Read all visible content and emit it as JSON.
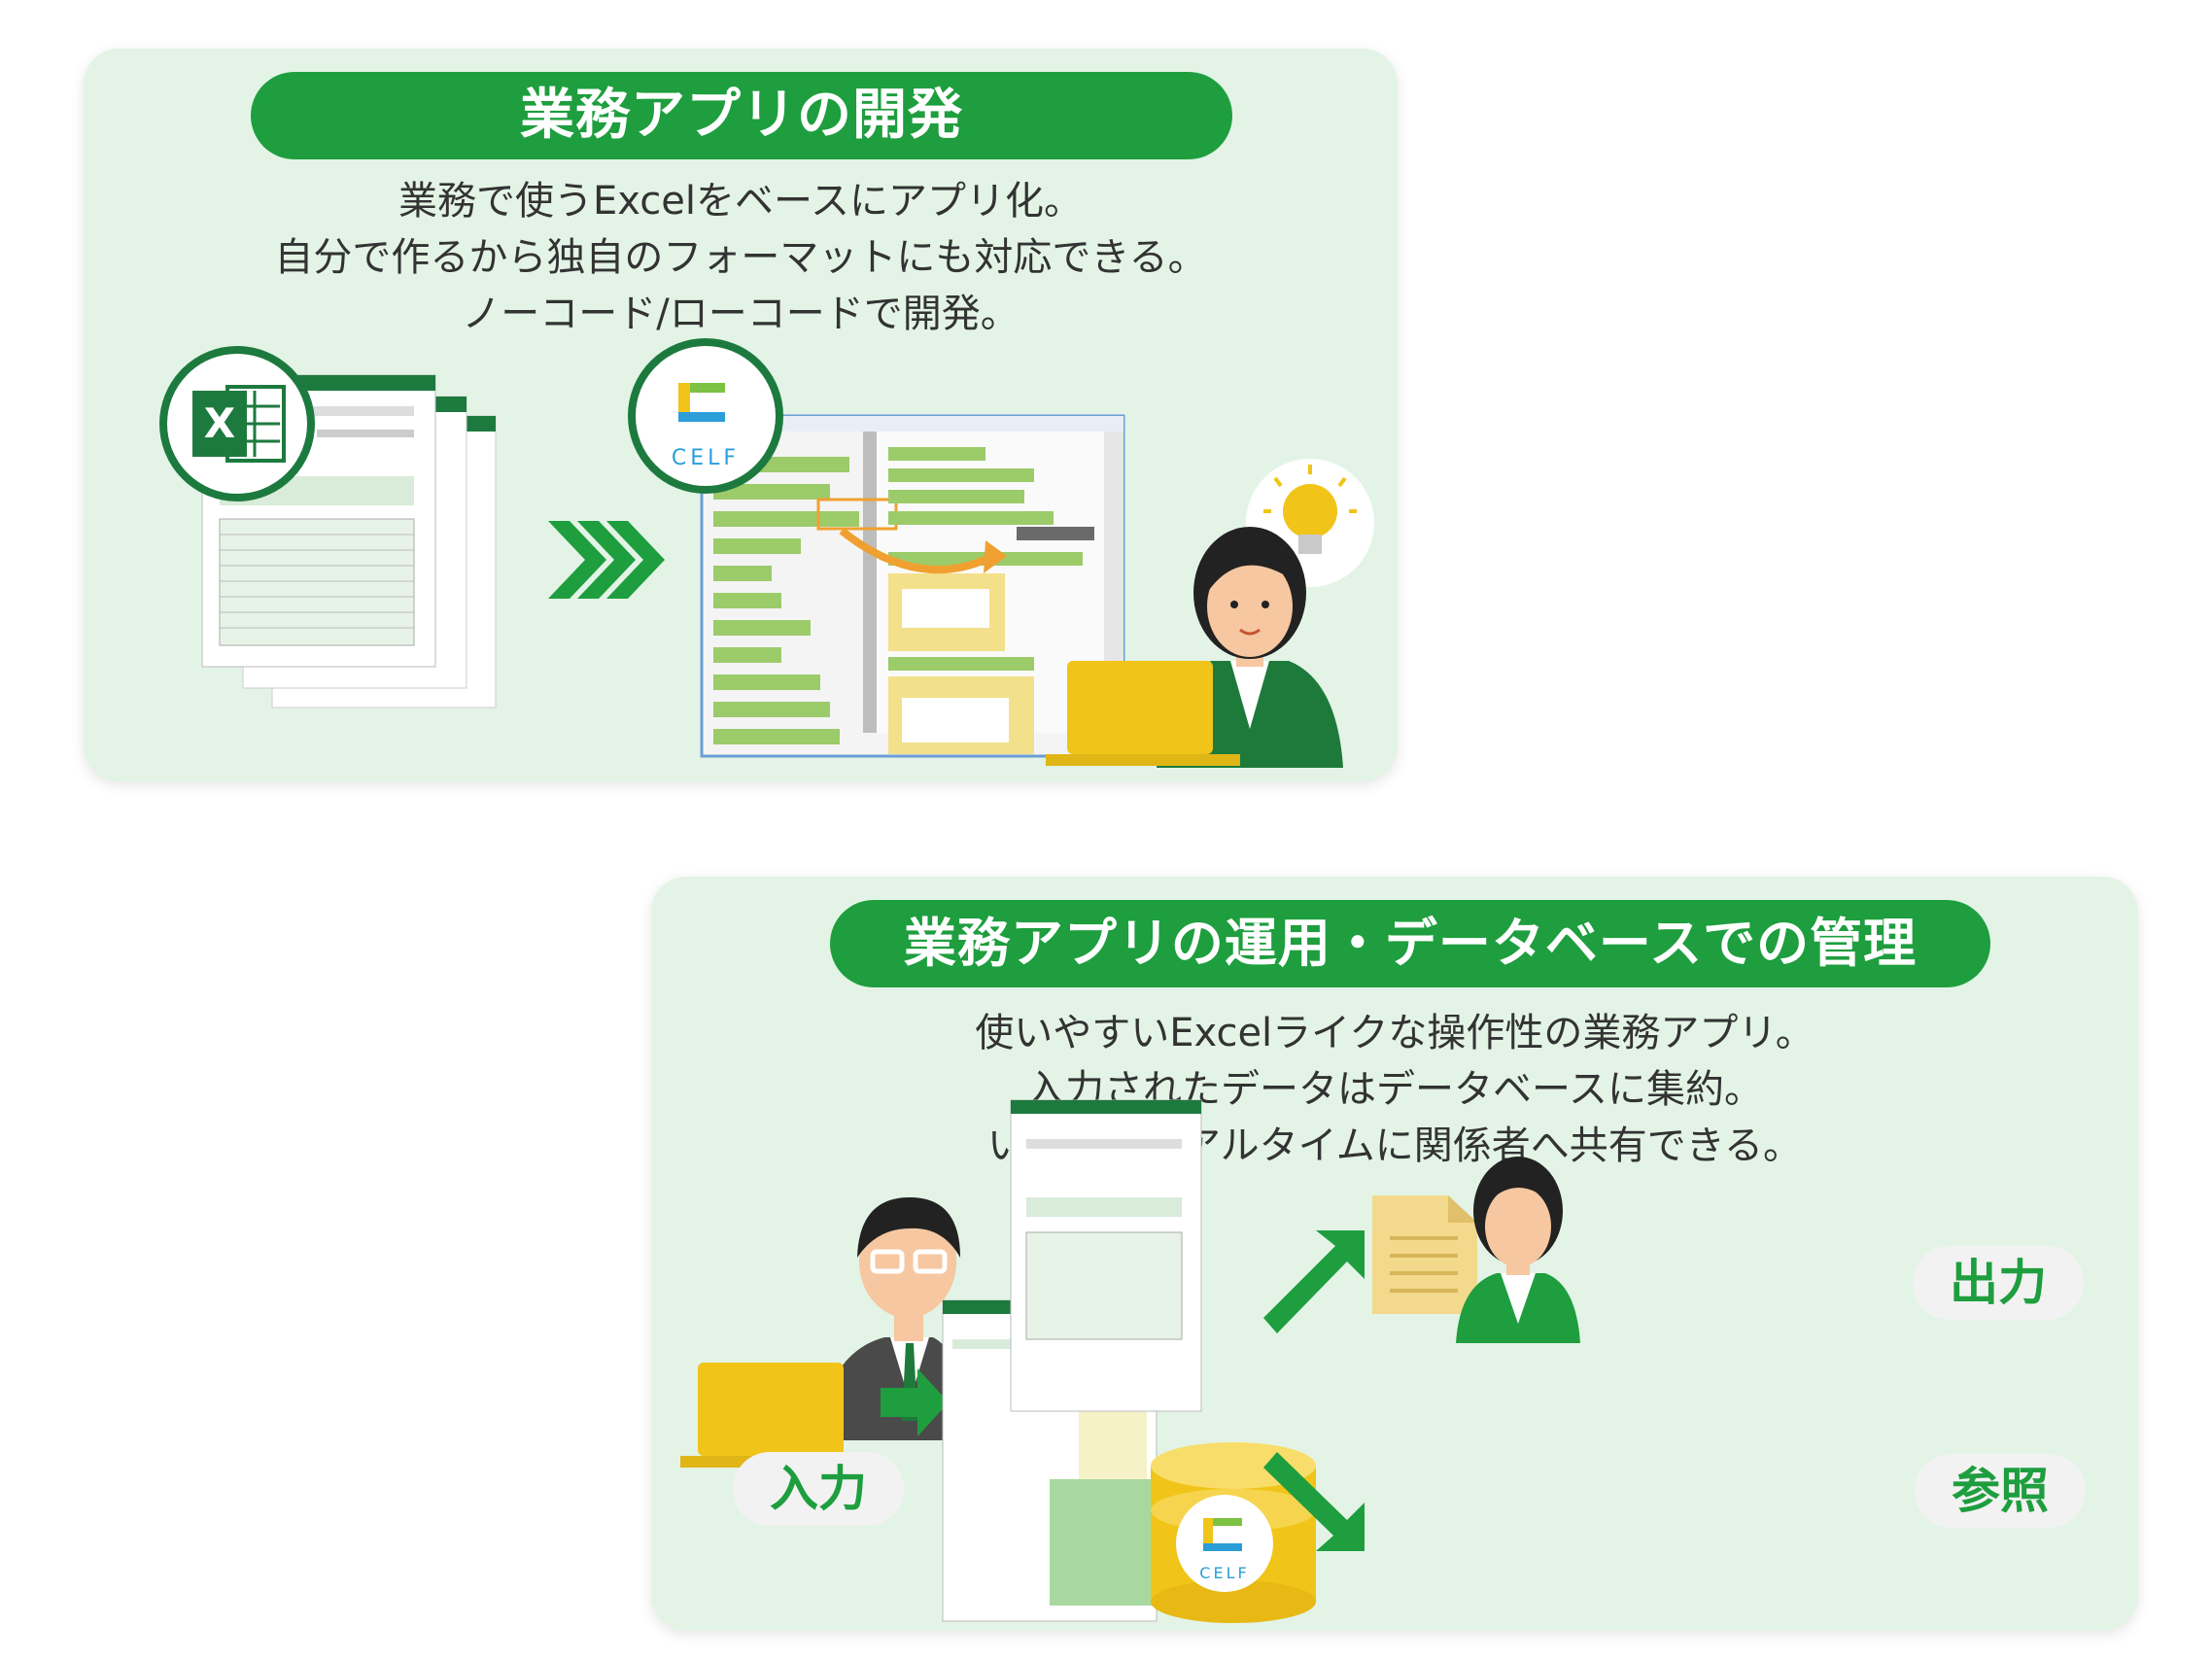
{
  "panel_top": {
    "title": "業務アプリの開発",
    "description": [
      "業務で使うExcelをベースにアプリ化。",
      "自分で作るから独自のフォーマットにも対応できる。",
      "ノーコード/ローコードで開発。"
    ],
    "celf_logo_text": "CELF",
    "excel_icon_text": "X"
  },
  "panel_bottom": {
    "title": "業務アプリの運用・データベースでの管理",
    "description": [
      "使いやすいExcelライクな操作性の業務アプリ。",
      "入力されたデータはデータベースに集約。",
      "いつでもリアルタイムに関係者へ共有できる。"
    ],
    "label_input": "入力",
    "label_output": "出力",
    "label_reference": "参照",
    "celf_db_text": "CELF"
  },
  "colors": {
    "green": "#1e9e3e",
    "panel_bg": "#e3f4e6",
    "yellow": "#f0c419",
    "excel_green": "#1d7a3e"
  }
}
